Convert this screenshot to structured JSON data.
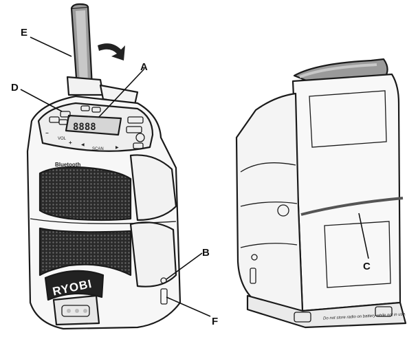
{
  "callouts": {
    "A": "A",
    "B": "B",
    "C": "C",
    "D": "D",
    "E": "E",
    "F": "F"
  },
  "front_unit": {
    "brand": "RYOBI",
    "bluetooth_label": "Bluetooth",
    "lcd_digits": "8888",
    "button_labels": {
      "vol": "VOL",
      "scan": "SCAN",
      "minus": "−",
      "plus": "+",
      "left": "◀",
      "right": "▶"
    }
  },
  "back_unit": {
    "warning_text": "Do not store radio on battery while not in use."
  }
}
